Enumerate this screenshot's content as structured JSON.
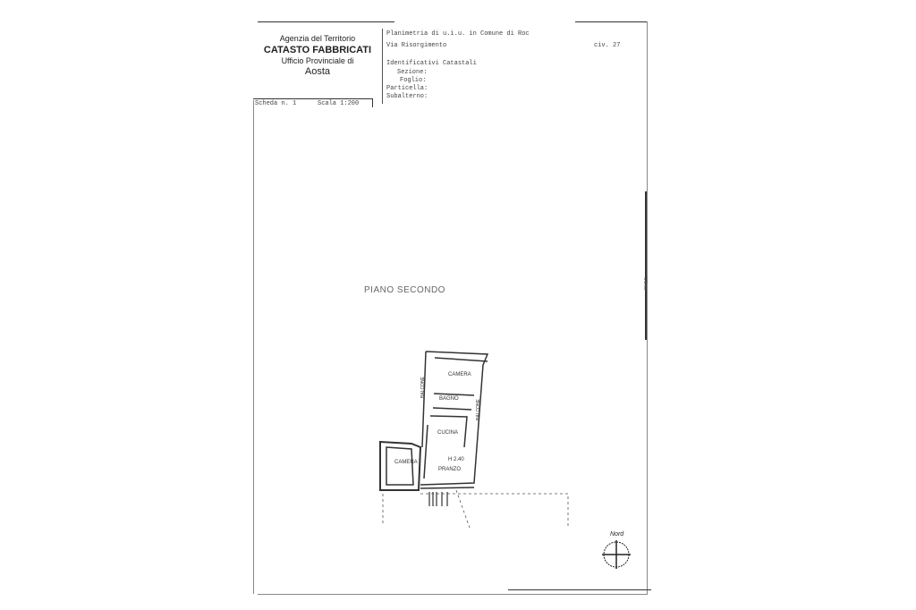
{
  "header": {
    "agency": "Agenzia del Territorio",
    "office": "CATASTO FABBRICATI",
    "provincial": "Ufficio Provinciale di",
    "city": "Aosta",
    "planimetry": "Planimetria di u.i.u. in Comune di Roc",
    "address": "Via Risorgimento",
    "civic": "civ. 27",
    "identifiers_title": "Identificativi Catastali",
    "sezione": "Sezione:",
    "foglio": "Foglio:",
    "particella": "Particella:",
    "subalterno": "Subalterno:",
    "scheda": "Scheda n. 1",
    "scala": "Scala 1:200"
  },
  "plan": {
    "floor_label": "PIANO SECONDO",
    "rooms": [
      "CAMERA",
      "BAGNO",
      "CUCINA",
      "H 2.40",
      "PRANZO",
      "CAMERA"
    ],
    "balconies": [
      "BALCONE",
      "BALCONE"
    ],
    "north": "Nord",
    "side_label": "Ultima"
  }
}
